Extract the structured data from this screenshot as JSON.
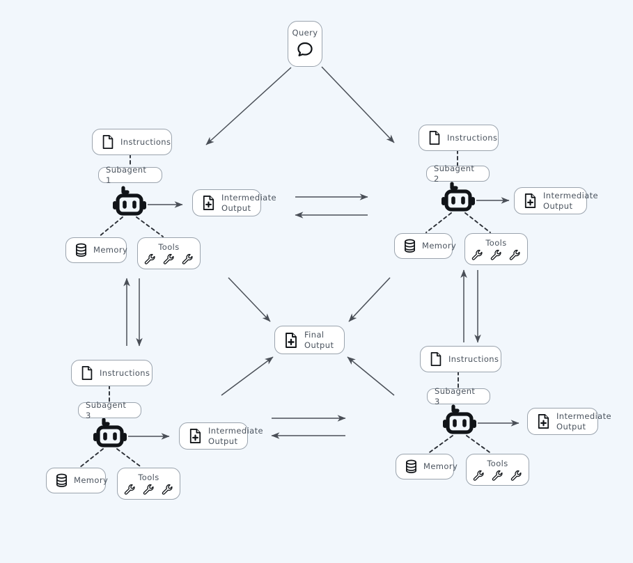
{
  "diagram": {
    "title": "Multi-agent orchestration diagram",
    "background_color": "#f2f7fc",
    "node_border_color": "#9aa3ad",
    "node_fill_color": "#ffffff",
    "edge_color": "#4a4f57",
    "dashed_edge_color": "#2b2f36",
    "text_color": "#4a535e"
  },
  "query": {
    "label": "Query",
    "icon": "speech-bubble-icon"
  },
  "final_output": {
    "label": "Final\nOutput",
    "icon": "document-plus-icon"
  },
  "subagents": [
    {
      "id": "subagent-1",
      "position": "top-left",
      "instructions": {
        "label": "Instructions",
        "icon": "document-icon"
      },
      "title": "Subagent 1",
      "agent_icon": "robot-icon",
      "intermediate_output": {
        "label": "Intermediate\nOutput",
        "icon": "document-plus-icon"
      },
      "memory": {
        "label": "Memory",
        "icon": "database-icon"
      },
      "tools": {
        "label": "Tools",
        "icon": "wrench-icon",
        "count": 3
      }
    },
    {
      "id": "subagent-2",
      "position": "top-right",
      "instructions": {
        "label": "Instructions",
        "icon": "document-icon"
      },
      "title": "Subagent 2",
      "agent_icon": "robot-icon",
      "intermediate_output": {
        "label": "Intermediate\nOutput",
        "icon": "document-plus-icon"
      },
      "memory": {
        "label": "Memory",
        "icon": "database-icon"
      },
      "tools": {
        "label": "Tools",
        "icon": "wrench-icon",
        "count": 3
      }
    },
    {
      "id": "subagent-3",
      "position": "bottom-left",
      "instructions": {
        "label": "Instructions",
        "icon": "document-icon"
      },
      "title": "Subagent 3",
      "agent_icon": "robot-icon",
      "intermediate_output": {
        "label": "Intermediate\nOutput",
        "icon": "document-plus-icon"
      },
      "memory": {
        "label": "Memory",
        "icon": "database-icon"
      },
      "tools": {
        "label": "Tools",
        "icon": "wrench-icon",
        "count": 3
      }
    },
    {
      "id": "subagent-4",
      "position": "bottom-right",
      "instructions": {
        "label": "Instructions",
        "icon": "document-icon"
      },
      "title": "Subagent 3",
      "agent_icon": "robot-icon",
      "intermediate_output": {
        "label": "Intermediate\nOutput",
        "icon": "document-plus-icon"
      },
      "memory": {
        "label": "Memory",
        "icon": "database-icon"
      },
      "tools": {
        "label": "Tools",
        "icon": "wrench-icon",
        "count": 3
      }
    }
  ],
  "edges": [
    {
      "from": "query",
      "to": "subagent-1",
      "style": "solid",
      "direction": "one-way"
    },
    {
      "from": "query",
      "to": "subagent-2",
      "style": "solid",
      "direction": "one-way"
    },
    {
      "from": "subagent-1",
      "to": "subagent-2",
      "style": "solid",
      "direction": "bidirectional"
    },
    {
      "from": "subagent-3",
      "to": "subagent-4",
      "style": "solid",
      "direction": "bidirectional"
    },
    {
      "from": "subagent-1",
      "to": "subagent-3",
      "style": "solid",
      "direction": "bidirectional"
    },
    {
      "from": "subagent-2",
      "to": "subagent-4",
      "style": "solid",
      "direction": "bidirectional"
    },
    {
      "from": "subagent-1",
      "to": "final-output",
      "style": "solid",
      "direction": "one-way"
    },
    {
      "from": "subagent-2",
      "to": "final-output",
      "style": "solid",
      "direction": "one-way"
    },
    {
      "from": "subagent-3",
      "to": "final-output",
      "style": "solid",
      "direction": "one-way"
    },
    {
      "from": "subagent-4",
      "to": "final-output",
      "style": "solid",
      "direction": "one-way"
    }
  ]
}
